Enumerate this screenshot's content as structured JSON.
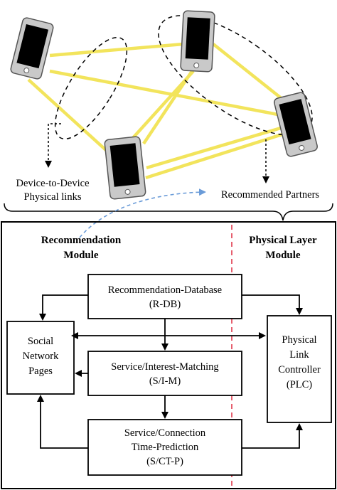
{
  "top": {
    "d2d_label": [
      "Device-to-Device",
      "Physical links"
    ],
    "partners_label": "Recommended Partners"
  },
  "module": {
    "recommendation_header": [
      "Recommendation",
      "Module"
    ],
    "physical_header": [
      "Physical Layer",
      "Module"
    ]
  },
  "boxes": {
    "rdb": [
      "Recommendation-Database",
      "(R-DB)"
    ],
    "sim": [
      "Service/Interest-Matching",
      "(S/I-M)"
    ],
    "sctp": [
      "Service/Connection",
      "Time-Prediction",
      "(S/CT-P)"
    ],
    "snp": [
      "Social",
      "Network",
      "Pages"
    ],
    "plc": [
      "Physical",
      "Link",
      "Controller",
      "(PLC)"
    ]
  },
  "colors": {
    "link": "#f2e45c",
    "phone_body": "#c9c9c9",
    "screen": "#000000",
    "dashed_divider": "#e0384b",
    "blue_arrow": "#6a9bd8"
  }
}
